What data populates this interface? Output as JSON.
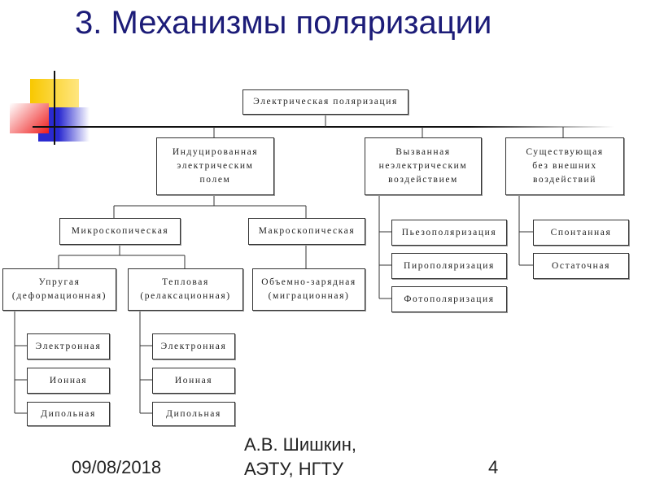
{
  "title": "3. Механизмы поляризации",
  "diagram": {
    "root": "Электрическая поляризация",
    "induced": "Индуцированная\nэлектрическим\nполем",
    "caused": "Вызванная\nнеэлектрическим\nвоздействием",
    "existing": "Существующая\nбез внешних\nвоздействий",
    "micro": "Микроскопическая",
    "macro": "Макроскопическая",
    "elastic": "Упругая\n(деформационная)",
    "thermal": "Тепловая\n(релаксационная)",
    "volume": "Объемно-зарядная\n(миграционная)",
    "elastic_items": [
      "Электронная",
      "Ионная",
      "Дипольная"
    ],
    "thermal_items": [
      "Электронная",
      "Ионная",
      "Дипольная"
    ],
    "caused_items": [
      "Пьезополяризация",
      "Пирополяризация",
      "Фотополяризация"
    ],
    "existing_items": [
      "Спонтанная",
      "Остаточная"
    ]
  },
  "footer": {
    "date": "09/08/2018",
    "author": "А.В. Шишкин,\nАЭТУ, НГТУ",
    "page": "4"
  }
}
